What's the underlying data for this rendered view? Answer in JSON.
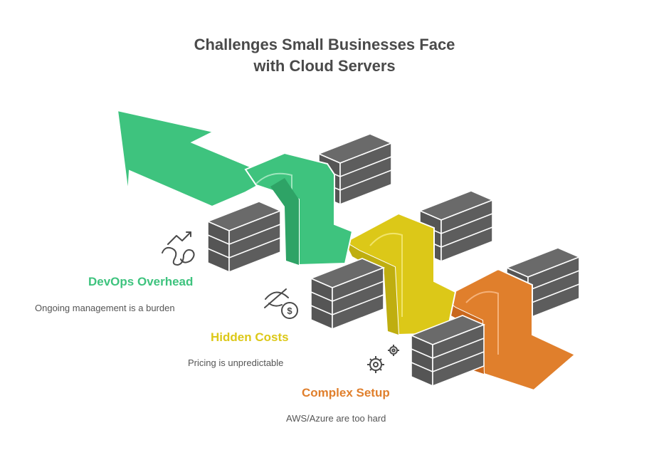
{
  "title_line1": "Challenges Small Businesses Face",
  "title_line2": "with Cloud Servers",
  "colors": {
    "green": "#3ec37e",
    "yellow": "#dcc818",
    "orange": "#e07f2c",
    "wall": "#5d5d5d",
    "text_dark": "#4a4a4a",
    "text_muted": "#555555"
  },
  "challenges": [
    {
      "label": "DevOps Overhead",
      "description": "Ongoing management is a burden",
      "icon": "chart-squiggle-icon",
      "color": "#3ec37e"
    },
    {
      "label": "Hidden Costs",
      "description": "Pricing is unpredictable",
      "icon": "hidden-dollar-icon",
      "color": "#dcc818"
    },
    {
      "label": "Complex Setup",
      "description": "AWS/Azure are too hard",
      "icon": "gears-icon",
      "color": "#e07f2c"
    }
  ]
}
